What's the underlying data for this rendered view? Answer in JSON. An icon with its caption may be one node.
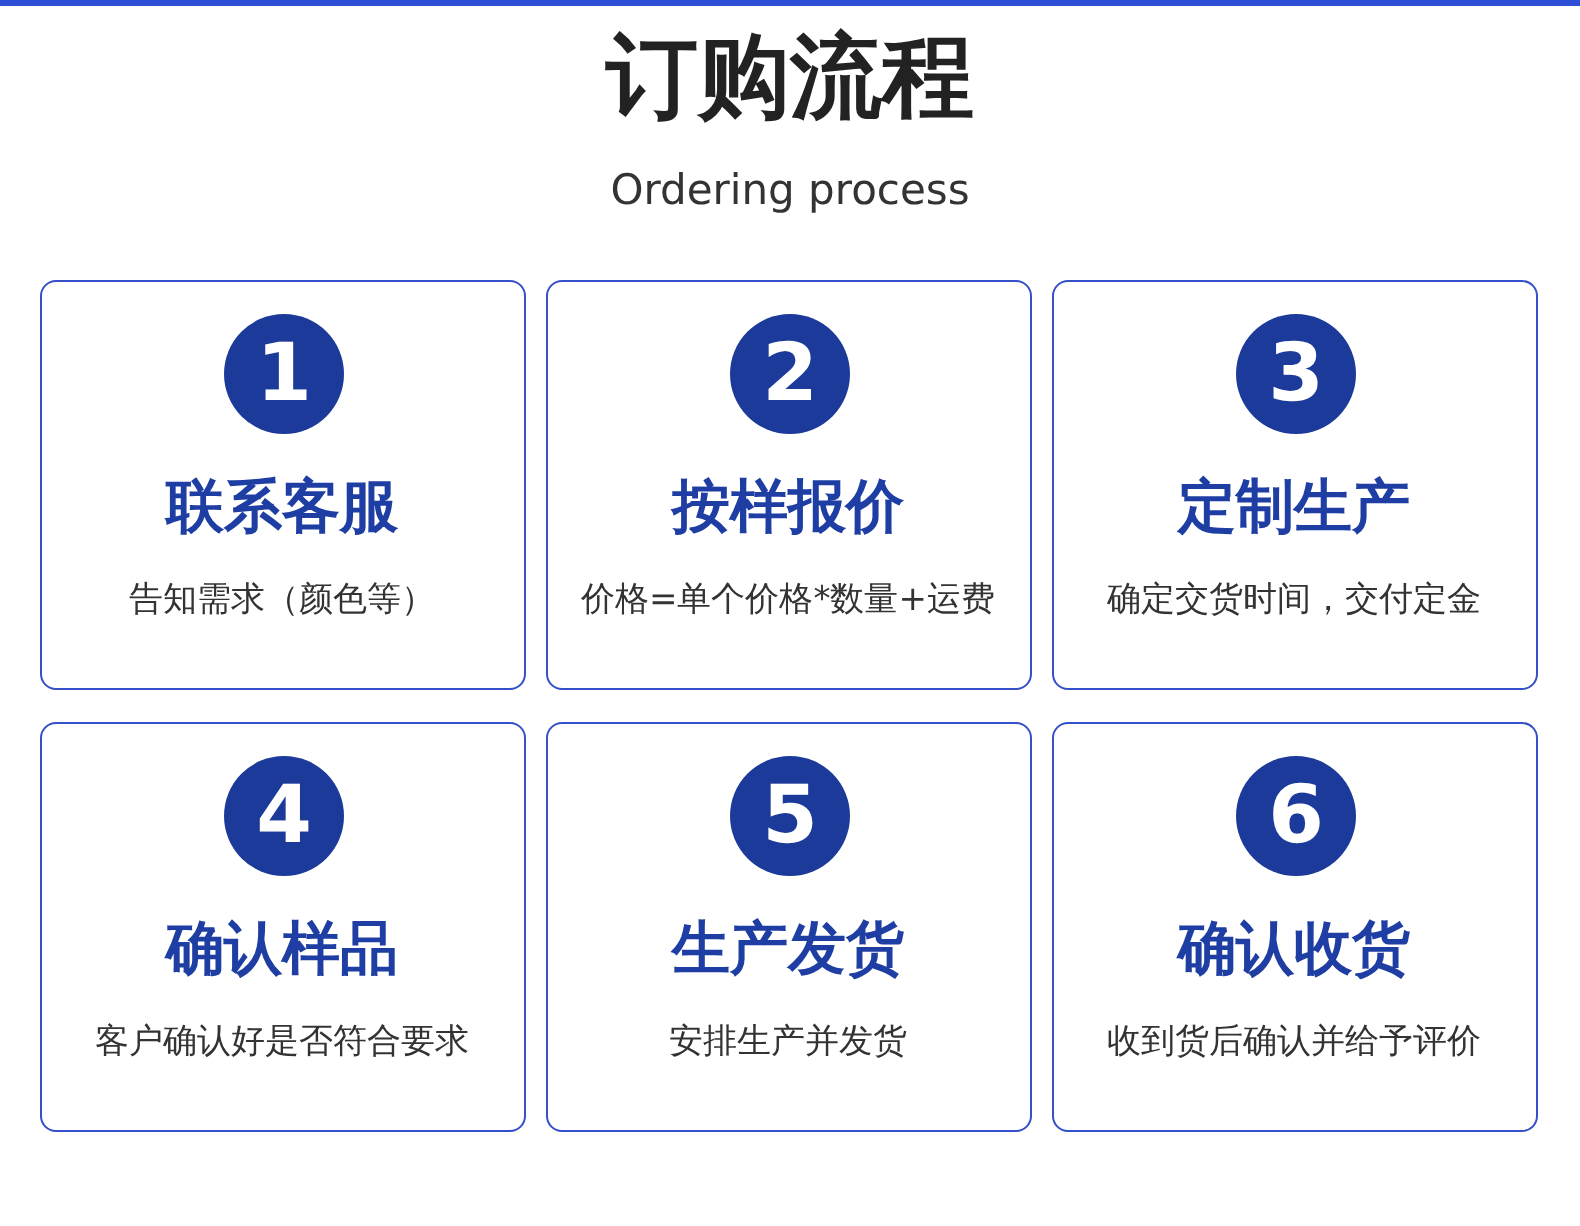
{
  "diagram": {
    "title": "订购流程",
    "nodes": [
      {
        "text": [
          "1",
          "联系客服",
          "告知需求（颜色等）"
        ]
      },
      {
        "text": [
          "2",
          "按样报价",
          "价格=单个价格*数量+运费"
        ]
      },
      {
        "text": [
          "3",
          "定制生产",
          "确定交货时间，交付定金"
        ]
      },
      {
        "text": [
          "4",
          "确认样品",
          "客户确认好是否符合要求"
        ]
      },
      {
        "text": [
          "5",
          "生产发货",
          "安排生产并发货"
        ]
      },
      {
        "text": [
          "6",
          "确认收货",
          "收到货后确认并给予评价"
        ]
      }
    ],
    "labels": [
      "Ordering process"
    ]
  }
}
